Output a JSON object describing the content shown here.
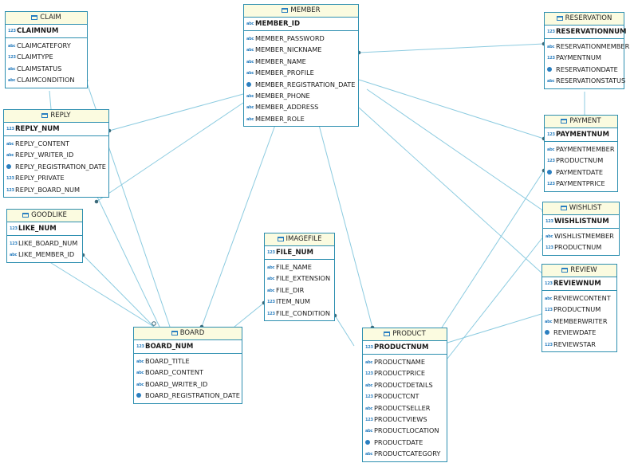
{
  "colors": {
    "line": "#8ccbe0",
    "border": "#2d8fb0",
    "header_bg": "#fbfbe0",
    "type_icon": "#2a7fc0"
  },
  "entities": {
    "claim": {
      "name": "CLAIM",
      "pk": "CLAIMNUM",
      "pk_type": "123",
      "columns": [
        {
          "name": "CLAIMCATEFORY",
          "type": "abc"
        },
        {
          "name": "CLAIMTYPE",
          "type": "123"
        },
        {
          "name": "CLAIMSTATUS",
          "type": "abc"
        },
        {
          "name": "CLAIMCONDITION",
          "type": "abc"
        }
      ]
    },
    "member": {
      "name": "MEMBER",
      "pk": "MEMBER_ID",
      "pk_type": "abc",
      "columns": [
        {
          "name": "MEMBER_PASSWORD",
          "type": "abc"
        },
        {
          "name": "MEMBER_NICKNAME",
          "type": "abc"
        },
        {
          "name": "MEMBER_NAME",
          "type": "abc"
        },
        {
          "name": "MEMBER_PROFILE",
          "type": "abc"
        },
        {
          "name": "MEMBER_REGISTRATION_DATE",
          "type": "date"
        },
        {
          "name": "MEMBER_PHONE",
          "type": "abc"
        },
        {
          "name": "MEMBER_ADDRESS",
          "type": "abc"
        },
        {
          "name": "MEMBER_ROLE",
          "type": "abc"
        }
      ]
    },
    "reservation": {
      "name": "RESERVATION",
      "pk": "RESERVATIONNUM",
      "pk_type": "123",
      "columns": [
        {
          "name": "RESERVATIONMEMBER",
          "type": "abc"
        },
        {
          "name": "PAYMENTNUM",
          "type": "123"
        },
        {
          "name": "RESERVATIONDATE",
          "type": "date"
        },
        {
          "name": "RESERVATIONSTATUS",
          "type": "abc"
        }
      ]
    },
    "reply": {
      "name": "REPLY",
      "pk": "REPLY_NUM",
      "pk_type": "123",
      "columns": [
        {
          "name": "REPLY_CONTENT",
          "type": "abc"
        },
        {
          "name": "REPLY_WRITER_ID",
          "type": "abc"
        },
        {
          "name": "REPLY_REGISTRATION_DATE",
          "type": "date"
        },
        {
          "name": "REPLY_PRIVATE",
          "type": "123"
        },
        {
          "name": "REPLY_BOARD_NUM",
          "type": "123"
        }
      ]
    },
    "payment": {
      "name": "PAYMENT",
      "pk": "PAYMENTNUM",
      "pk_type": "123",
      "columns": [
        {
          "name": "PAYMENTMEMBER",
          "type": "abc"
        },
        {
          "name": "PRODUCTNUM",
          "type": "123"
        },
        {
          "name": "PAYMENTDATE",
          "type": "date"
        },
        {
          "name": "PAYMENTPRICE",
          "type": "123"
        }
      ]
    },
    "goodlike": {
      "name": "GOODLIKE",
      "pk": "LIKE_NUM",
      "pk_type": "123",
      "columns": [
        {
          "name": "LIKE_BOARD_NUM",
          "type": "123"
        },
        {
          "name": "LIKE_MEMBER_ID",
          "type": "abc"
        }
      ]
    },
    "wishlist": {
      "name": "WISHLIST",
      "pk": "WISHLISTNUM",
      "pk_type": "123",
      "columns": [
        {
          "name": "WISHLISTMEMBER",
          "type": "abc"
        },
        {
          "name": "PRODUCTNUM",
          "type": "123"
        }
      ]
    },
    "imagefile": {
      "name": "IMAGEFILE",
      "pk": "FILE_NUM",
      "pk_type": "123",
      "columns": [
        {
          "name": "FILE_NAME",
          "type": "abc"
        },
        {
          "name": "FILE_EXTENSION",
          "type": "abc"
        },
        {
          "name": "FILE_DIR",
          "type": "abc"
        },
        {
          "name": "ITEM_NUM",
          "type": "123"
        },
        {
          "name": "FILE_CONDITION",
          "type": "123"
        }
      ]
    },
    "review": {
      "name": "REVIEW",
      "pk": "REVIEWNUM",
      "pk_type": "123",
      "columns": [
        {
          "name": "REVIEWCONTENT",
          "type": "abc"
        },
        {
          "name": "PRODUCTNUM",
          "type": "123"
        },
        {
          "name": "MEMBERWRITER",
          "type": "abc"
        },
        {
          "name": "REVIEWDATE",
          "type": "date"
        },
        {
          "name": "REVIEWSTAR",
          "type": "123"
        }
      ]
    },
    "board": {
      "name": "BOARD",
      "pk": "BOARD_NUM",
      "pk_type": "123",
      "columns": [
        {
          "name": "BOARD_TITLE",
          "type": "abc"
        },
        {
          "name": "BOARD_CONTENT",
          "type": "abc"
        },
        {
          "name": "BOARD_WRITER_ID",
          "type": "abc"
        },
        {
          "name": "BOARD_REGISTRATION_DATE",
          "type": "date"
        }
      ]
    },
    "product": {
      "name": "PRODUCT",
      "pk": "PRODUCTNUM",
      "pk_type": "123",
      "columns": [
        {
          "name": "PRODUCTNAME",
          "type": "abc"
        },
        {
          "name": "PRODUCTPRICE",
          "type": "123"
        },
        {
          "name": "PRODUCTDETAILS",
          "type": "abc"
        },
        {
          "name": "PRODUCTCNT",
          "type": "123"
        },
        {
          "name": "PRODUCTSELLER",
          "type": "abc"
        },
        {
          "name": "PRODUCTVIEWS",
          "type": "123"
        },
        {
          "name": "PRODUCTLOCATION",
          "type": "abc"
        },
        {
          "name": "PRODUCTDATE",
          "type": "date"
        },
        {
          "name": "PRODUCTCATEGORY",
          "type": "abc"
        }
      ]
    }
  }
}
